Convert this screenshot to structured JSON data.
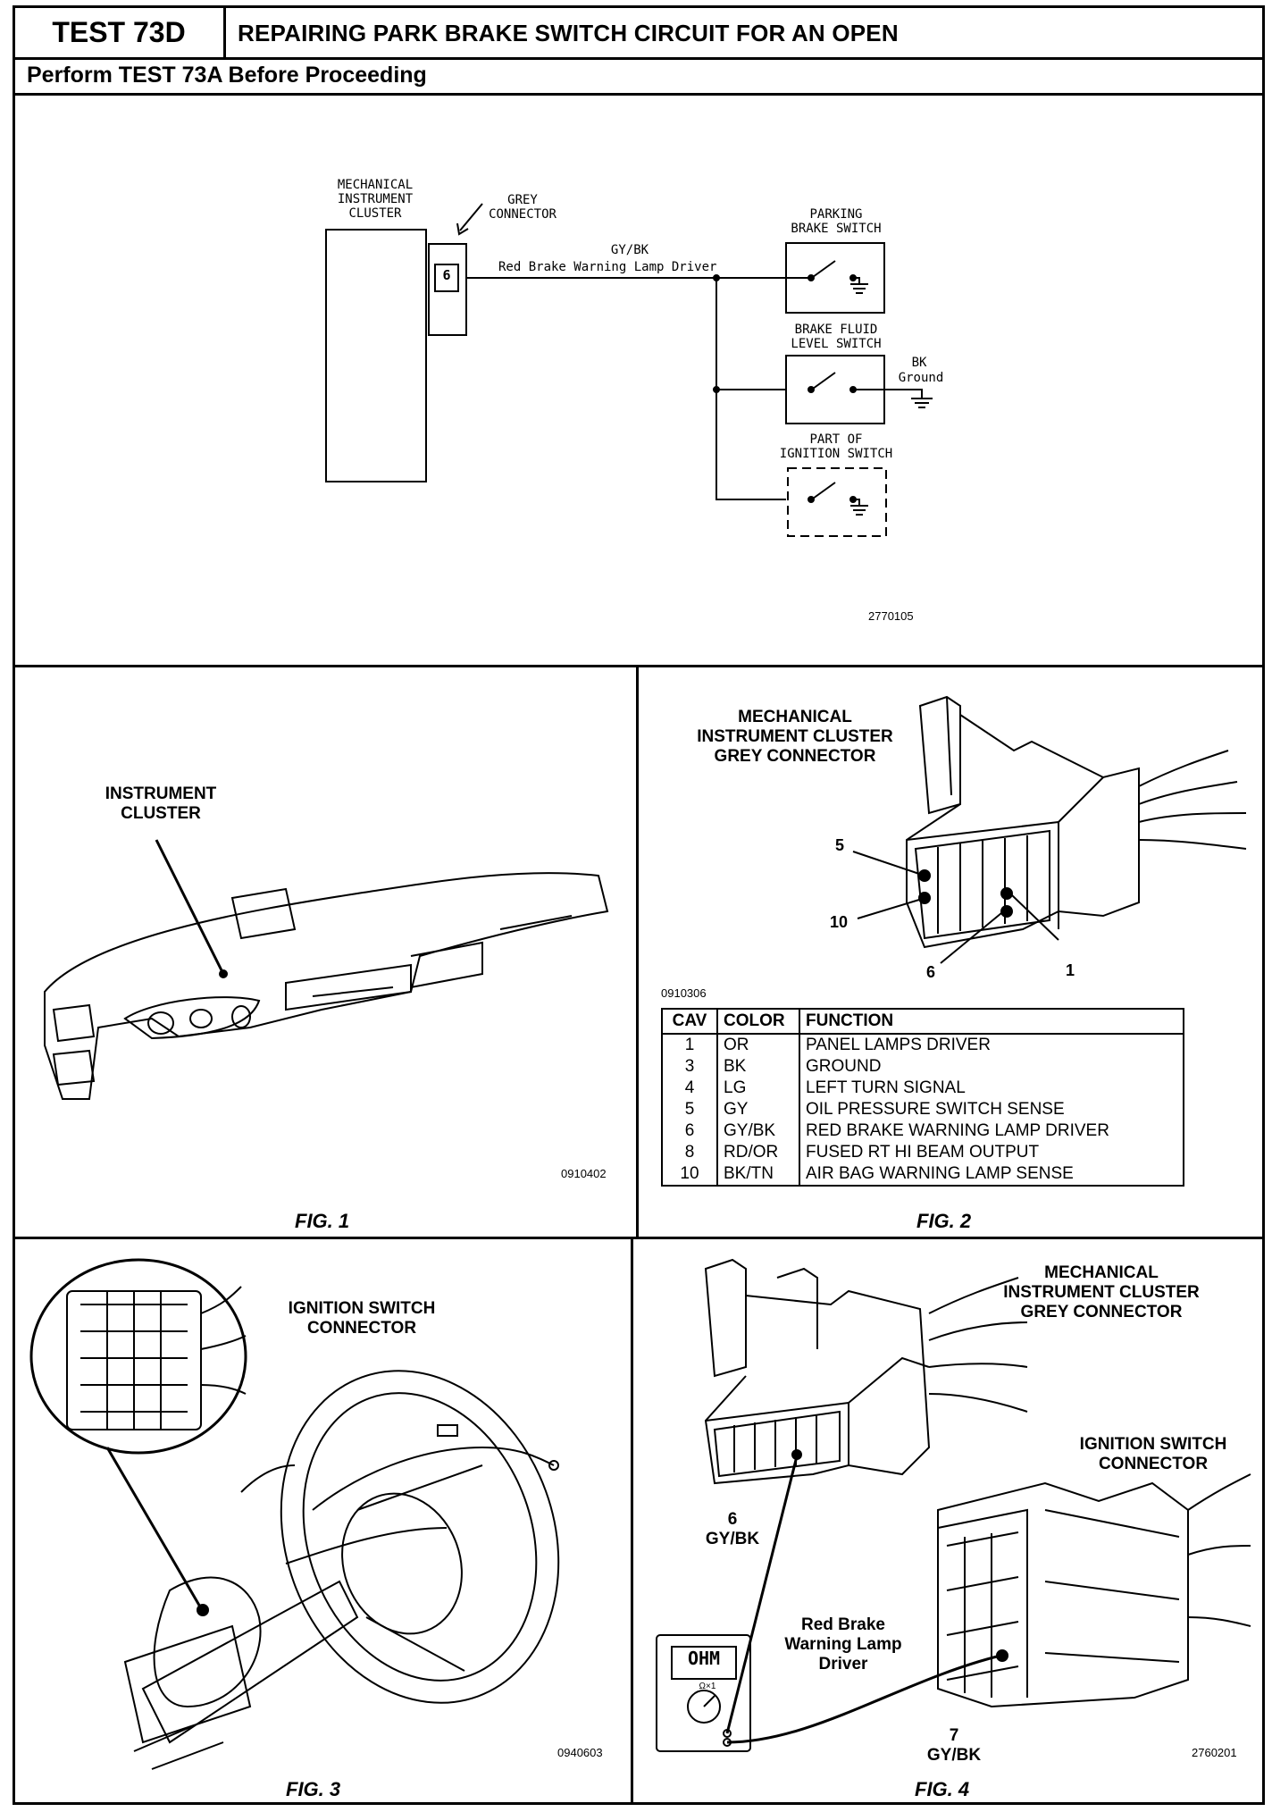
{
  "header": {
    "test_id": "TEST 73D",
    "title": "REPAIRING PARK BRAKE SWITCH CIRCUIT FOR AN OPEN",
    "subtitle": "Perform TEST 73A Before Proceeding"
  },
  "schematic": {
    "cluster_label": [
      "MECHANICAL",
      "INSTRUMENT",
      "CLUSTER"
    ],
    "grey_connector_label": [
      "GREY",
      "CONNECTOR"
    ],
    "pin": "6",
    "wire_color": "GY/BK",
    "wire_name": "Red Brake Warning Lamp Driver",
    "parking_switch_label": [
      "PARKING",
      "BRAKE SWITCH"
    ],
    "fluid_switch_label": [
      "BRAKE FLUID",
      "LEVEL SWITCH"
    ],
    "ground_color": "BK",
    "ground_label": "Ground",
    "ignition_label": [
      "PART OF",
      "IGNITION SWITCH"
    ],
    "code": "2770105"
  },
  "fig1": {
    "label": [
      "INSTRUMENT",
      "CLUSTER"
    ],
    "code": "0910402",
    "caption": "FIG. 1"
  },
  "fig2": {
    "label": [
      "MECHANICAL",
      "INSTRUMENT CLUSTER",
      "GREY CONNECTOR"
    ],
    "pin_labels": [
      "5",
      "10",
      "6",
      "1"
    ],
    "code": "0910306",
    "caption": "FIG. 2",
    "table": {
      "headers": [
        "CAV",
        "COLOR",
        "FUNCTION"
      ],
      "rows": [
        [
          "1",
          "OR",
          "PANEL LAMPS DRIVER"
        ],
        [
          "3",
          "BK",
          "GROUND"
        ],
        [
          "4",
          "LG",
          "LEFT TURN SIGNAL"
        ],
        [
          "5",
          "GY",
          "OIL PRESSURE SWITCH SENSE"
        ],
        [
          "6",
          "GY/BK",
          "RED BRAKE WARNING LAMP DRIVER"
        ],
        [
          "8",
          "RD/OR",
          "FUSED RT HI BEAM OUTPUT"
        ],
        [
          "10",
          "BK/TN",
          "AIR BAG WARNING LAMP SENSE"
        ]
      ]
    }
  },
  "fig3": {
    "label": [
      "IGNITION SWITCH",
      "CONNECTOR"
    ],
    "code": "0940603",
    "caption": "FIG. 3"
  },
  "fig4": {
    "cluster_label": [
      "MECHANICAL",
      "INSTRUMENT CLUSTER",
      "GREY CONNECTOR"
    ],
    "ignition_label": [
      "IGNITION SWITCH",
      "CONNECTOR"
    ],
    "pin6": [
      "6",
      "GY/BK"
    ],
    "circuit": [
      "Red Brake",
      "Warning Lamp",
      "Driver"
    ],
    "pin7": [
      "7",
      "GY/BK"
    ],
    "meter_display": "OHM",
    "meter_range": "Ω×1",
    "code": "2760201",
    "caption": "FIG. 4"
  }
}
